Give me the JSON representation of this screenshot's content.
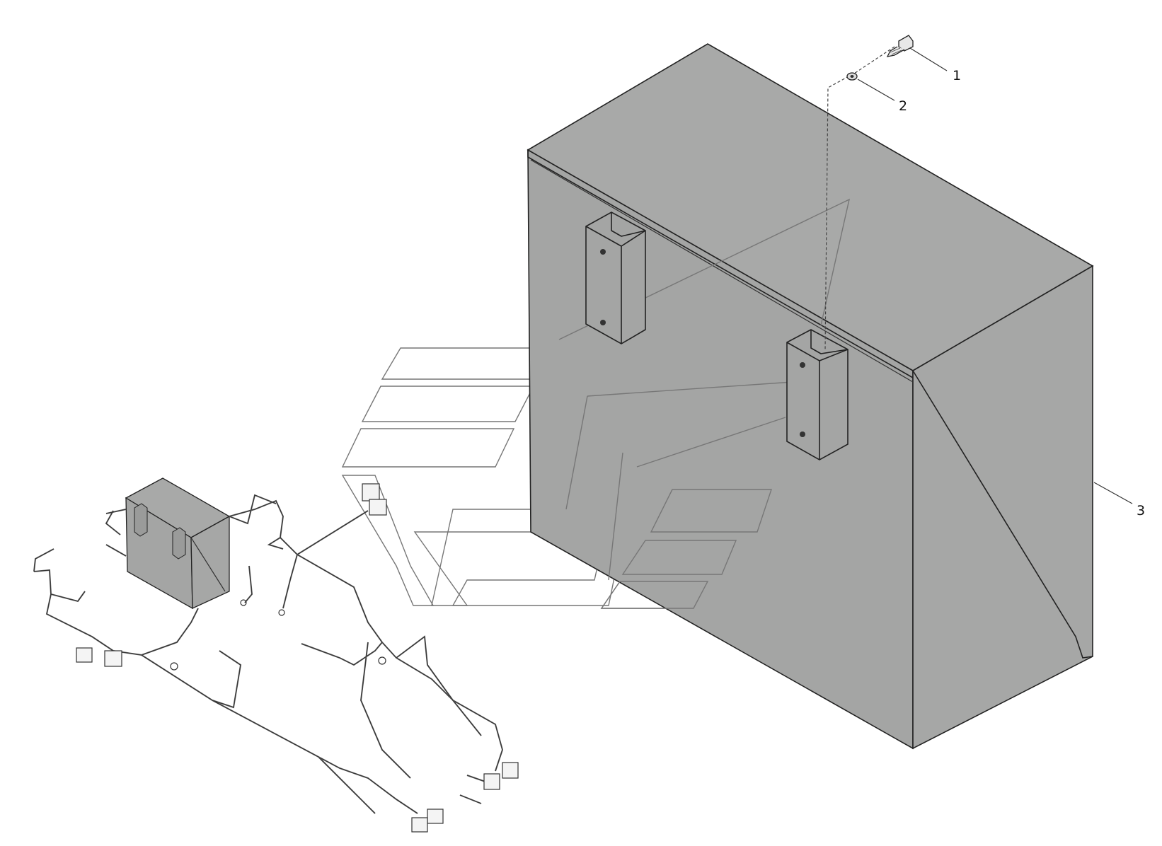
{
  "figure": {
    "callouts": [
      {
        "id": "1",
        "label": "1"
      },
      {
        "id": "2",
        "label": "2"
      },
      {
        "id": "3",
        "label": "3"
      }
    ],
    "colors": {
      "box_fill": "#a8a9a8",
      "line": "#222222",
      "watermark": "#777777",
      "background": "#ffffff"
    }
  }
}
